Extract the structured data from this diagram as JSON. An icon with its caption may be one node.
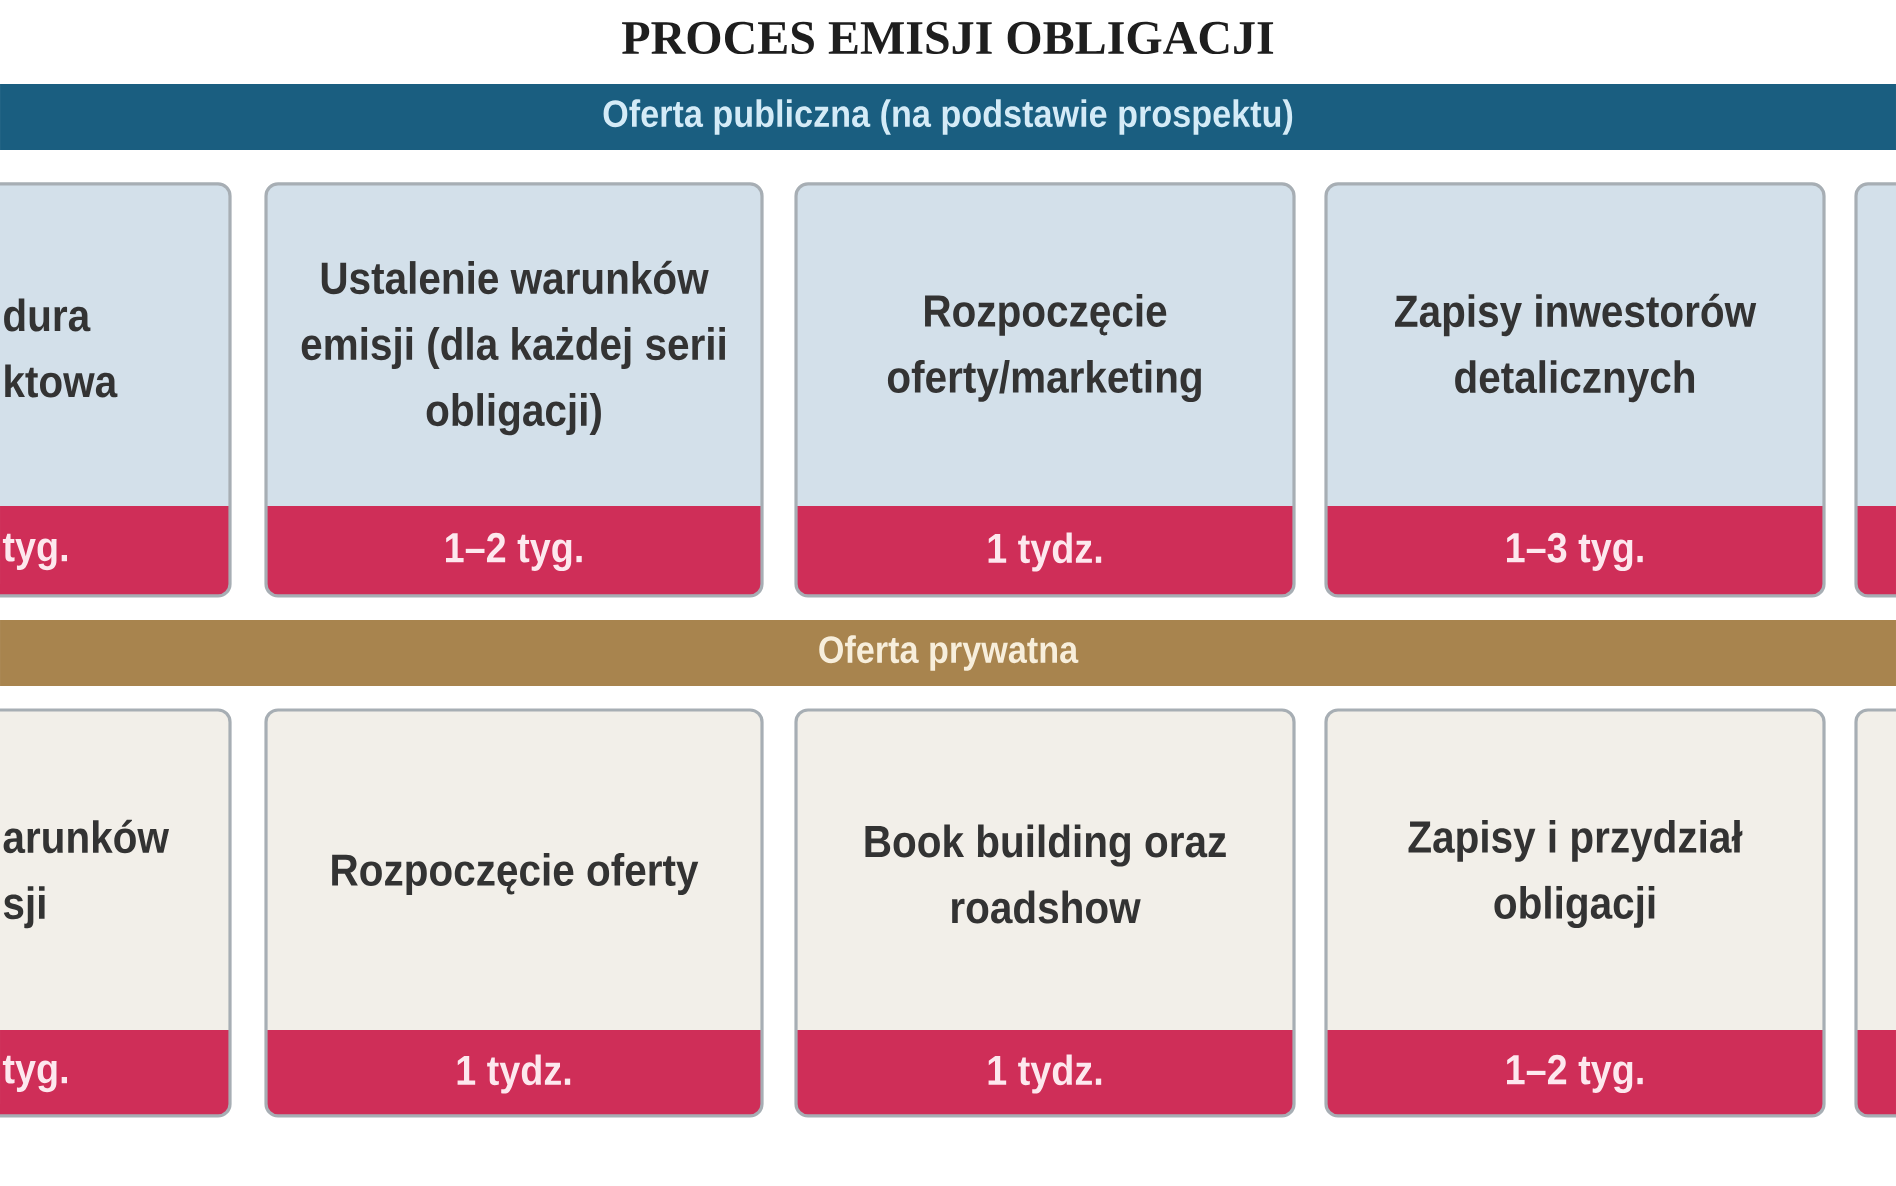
{
  "diagram": {
    "title": "PROCES EMISJI OBLIGACJI",
    "nodes": [
      {
        "text": [
          "Oferta publiczna (na podstawie prospektu)"
        ]
      },
      {
        "text": [
          "dura ktowa",
          "tyg."
        ]
      },
      {
        "text": [
          "Ustalenie warunków emisji (dla każdej serii obligacji)",
          "1–2 tyg."
        ]
      },
      {
        "text": [
          "Rozpoczęcie oferty/marketing",
          "1 tydz."
        ]
      },
      {
        "text": [
          "Zapisy inwestorów detalicznych",
          "1–3 tyg."
        ]
      },
      {
        "text": [],
        "shape": "box"
      },
      {
        "text": [
          "Oferta prywatna"
        ]
      },
      {
        "text": [
          "arunków sji",
          "tyg."
        ]
      },
      {
        "text": [
          "Rozpoczęcie oferty",
          "1 tydz."
        ]
      },
      {
        "text": [
          "Book building oraz roadshow",
          "1 tydz."
        ]
      },
      {
        "text": [
          "Zapisy i przydział obligacji",
          "1–2 tyg."
        ]
      },
      {
        "text": [],
        "shape": "box"
      }
    ]
  }
}
